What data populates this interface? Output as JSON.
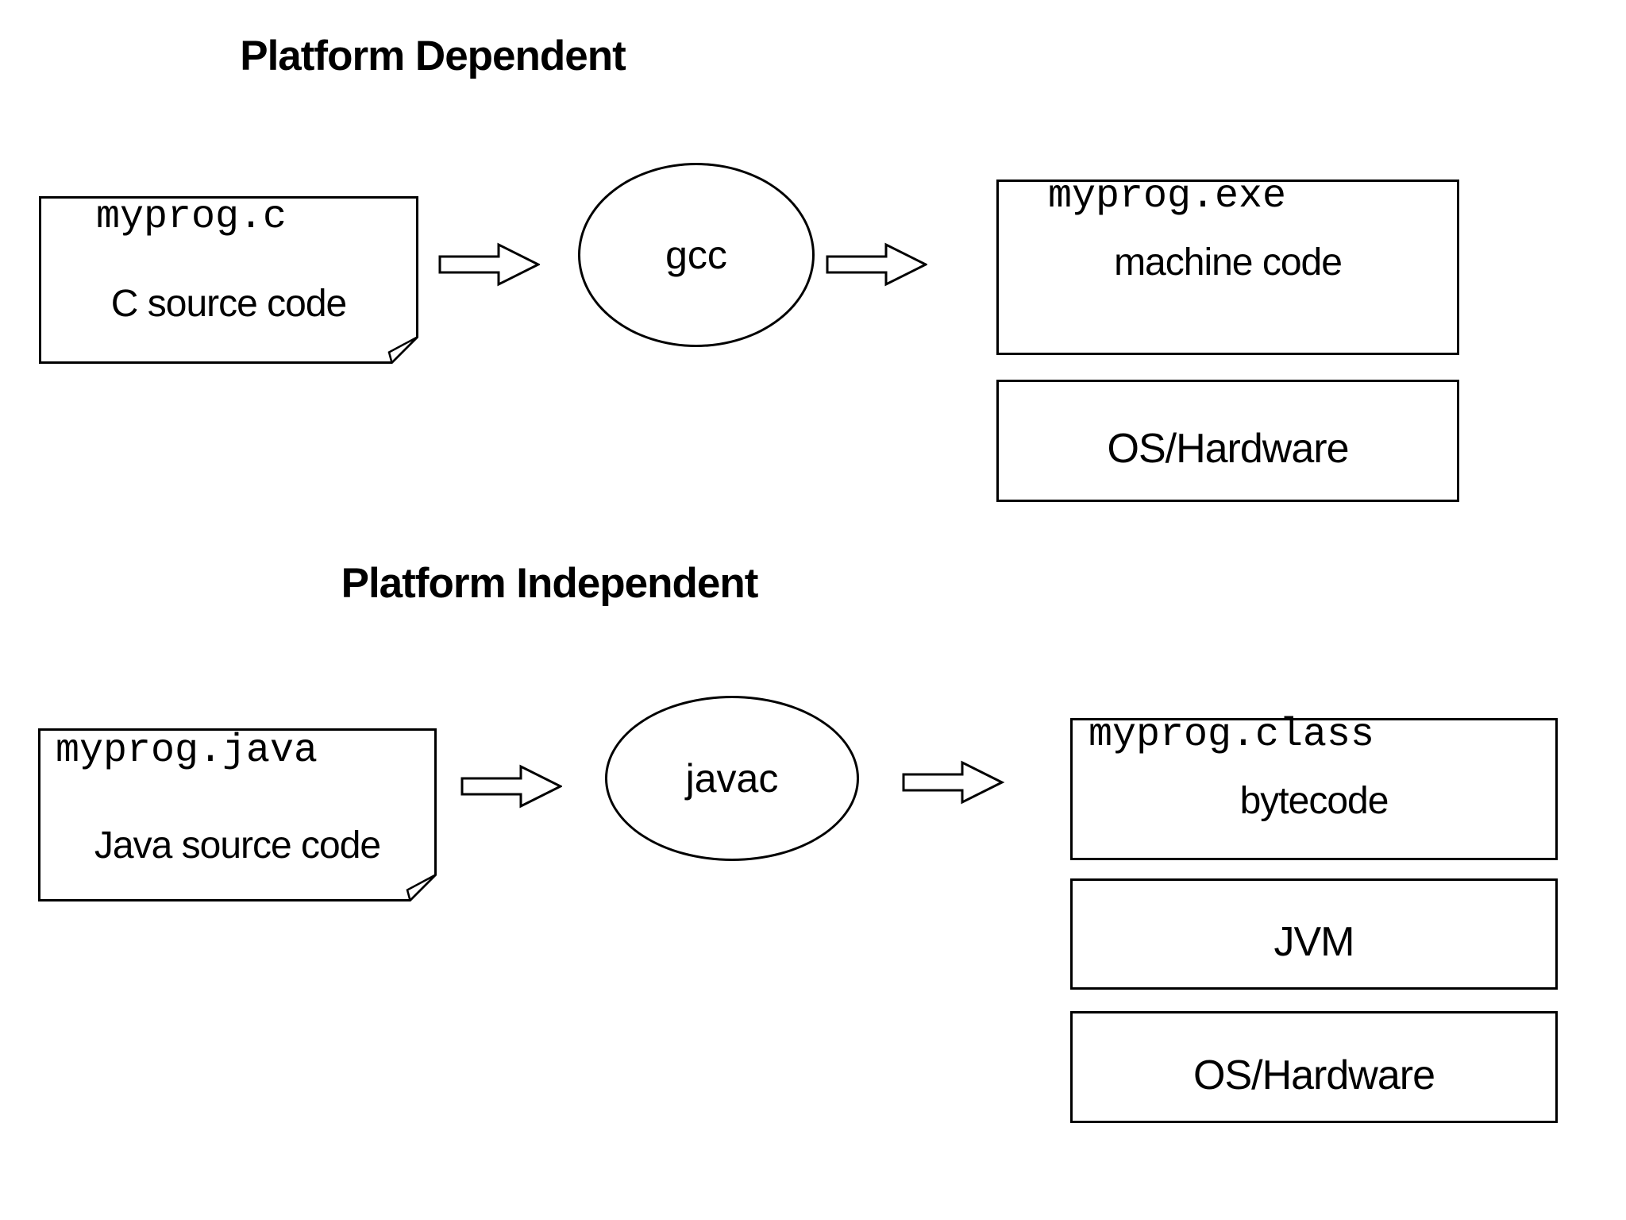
{
  "diagram": {
    "dependent": {
      "title": "Platform Dependent",
      "source": {
        "filename": "myprog.c",
        "label": "C source code"
      },
      "compiler": "gcc",
      "output": {
        "filename": "myprog.exe",
        "label": "machine code"
      },
      "platform": {
        "os": "OS/Hardware"
      }
    },
    "independent": {
      "title": "Platform Independent",
      "source": {
        "filename": "myprog.java",
        "label": "Java source code"
      },
      "compiler": "javac",
      "output": {
        "filename": "myprog.class",
        "label": "bytecode"
      },
      "platform": {
        "vm": "JVM",
        "os": "OS/Hardware"
      }
    },
    "icons": {
      "arrow": "block-arrow-right",
      "folded_corner": "dog-ear"
    },
    "colors": {
      "stroke": "#000000",
      "background": "#ffffff",
      "text": "#000000"
    }
  }
}
